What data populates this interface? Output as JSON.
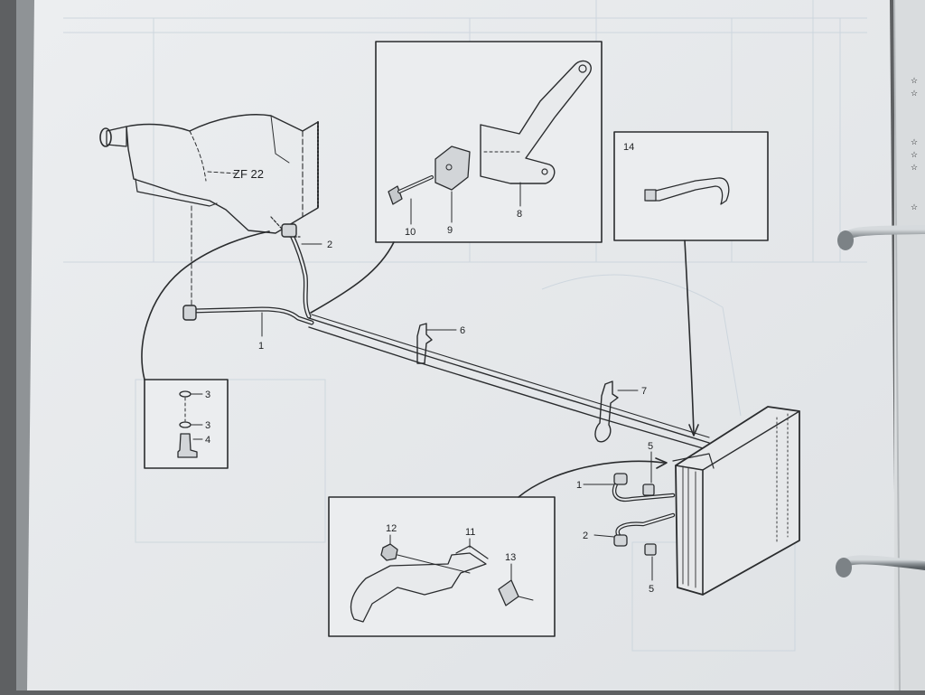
{
  "colors": {
    "paper": "#e8eaec",
    "ink": "#2a2c2e",
    "shadow": "#5f6163",
    "ring": "#9aa0a4",
    "bleed": "#c9d3dc"
  },
  "gearbox": {
    "label": "ZF 22"
  },
  "callouts": {
    "c1": "1",
    "c2": "2",
    "c3a": "3",
    "c3b": "3",
    "c4": "4",
    "c5a": "5",
    "c5b": "5",
    "c6": "6",
    "c7": "7",
    "c8": "8",
    "c9": "9",
    "c10": "10",
    "c11": "11",
    "c12": "12",
    "c13": "13",
    "c14": "14",
    "c1r": "1",
    "c2r": "2"
  }
}
